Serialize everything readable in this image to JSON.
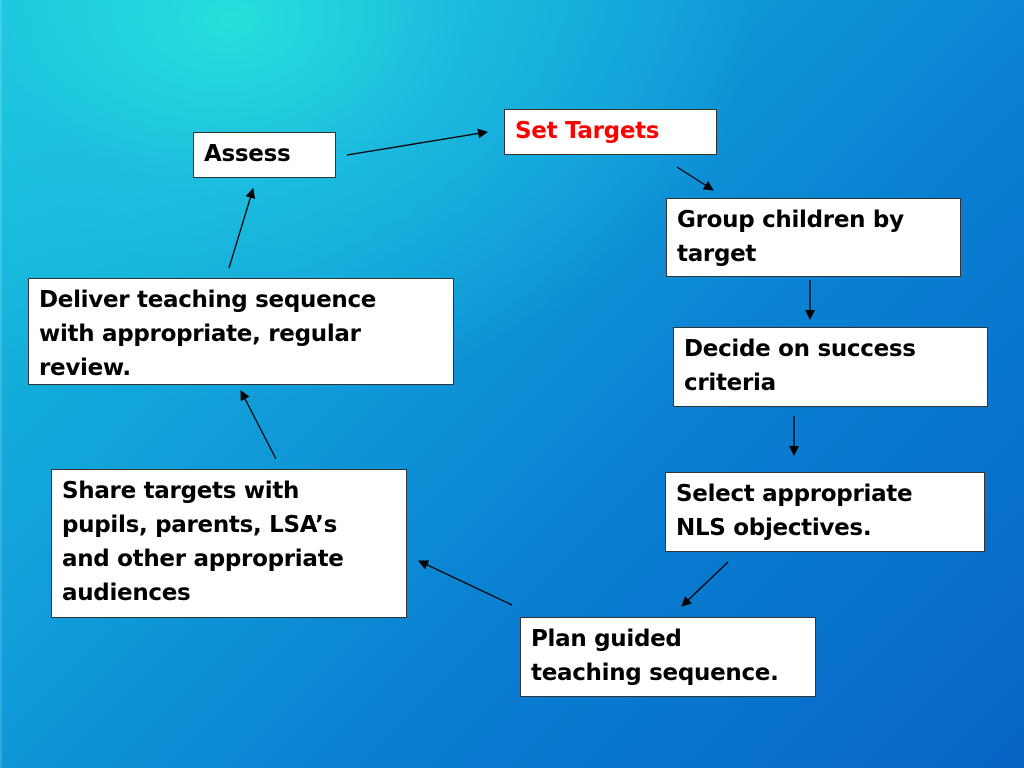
{
  "title_color": "#ff0000",
  "nodes": {
    "set_targets": [
      "Set Targets"
    ],
    "assess": [
      "Assess"
    ],
    "group_children": [
      "Group children by",
      "target"
    ],
    "deliver_teaching": [
      "Deliver teaching sequence",
      "with appropriate, regular",
      "review."
    ],
    "decide_criteria": [
      "Decide on success",
      "criteria"
    ],
    "share_targets": [
      "Share targets with",
      "pupils, parents, LSA’s",
      "and other appropriate",
      "audiences"
    ],
    "select_objectives": [
      "Select appropriate",
      "NLS objectives."
    ],
    "plan_guided": [
      "Plan guided",
      "teaching sequence."
    ]
  }
}
